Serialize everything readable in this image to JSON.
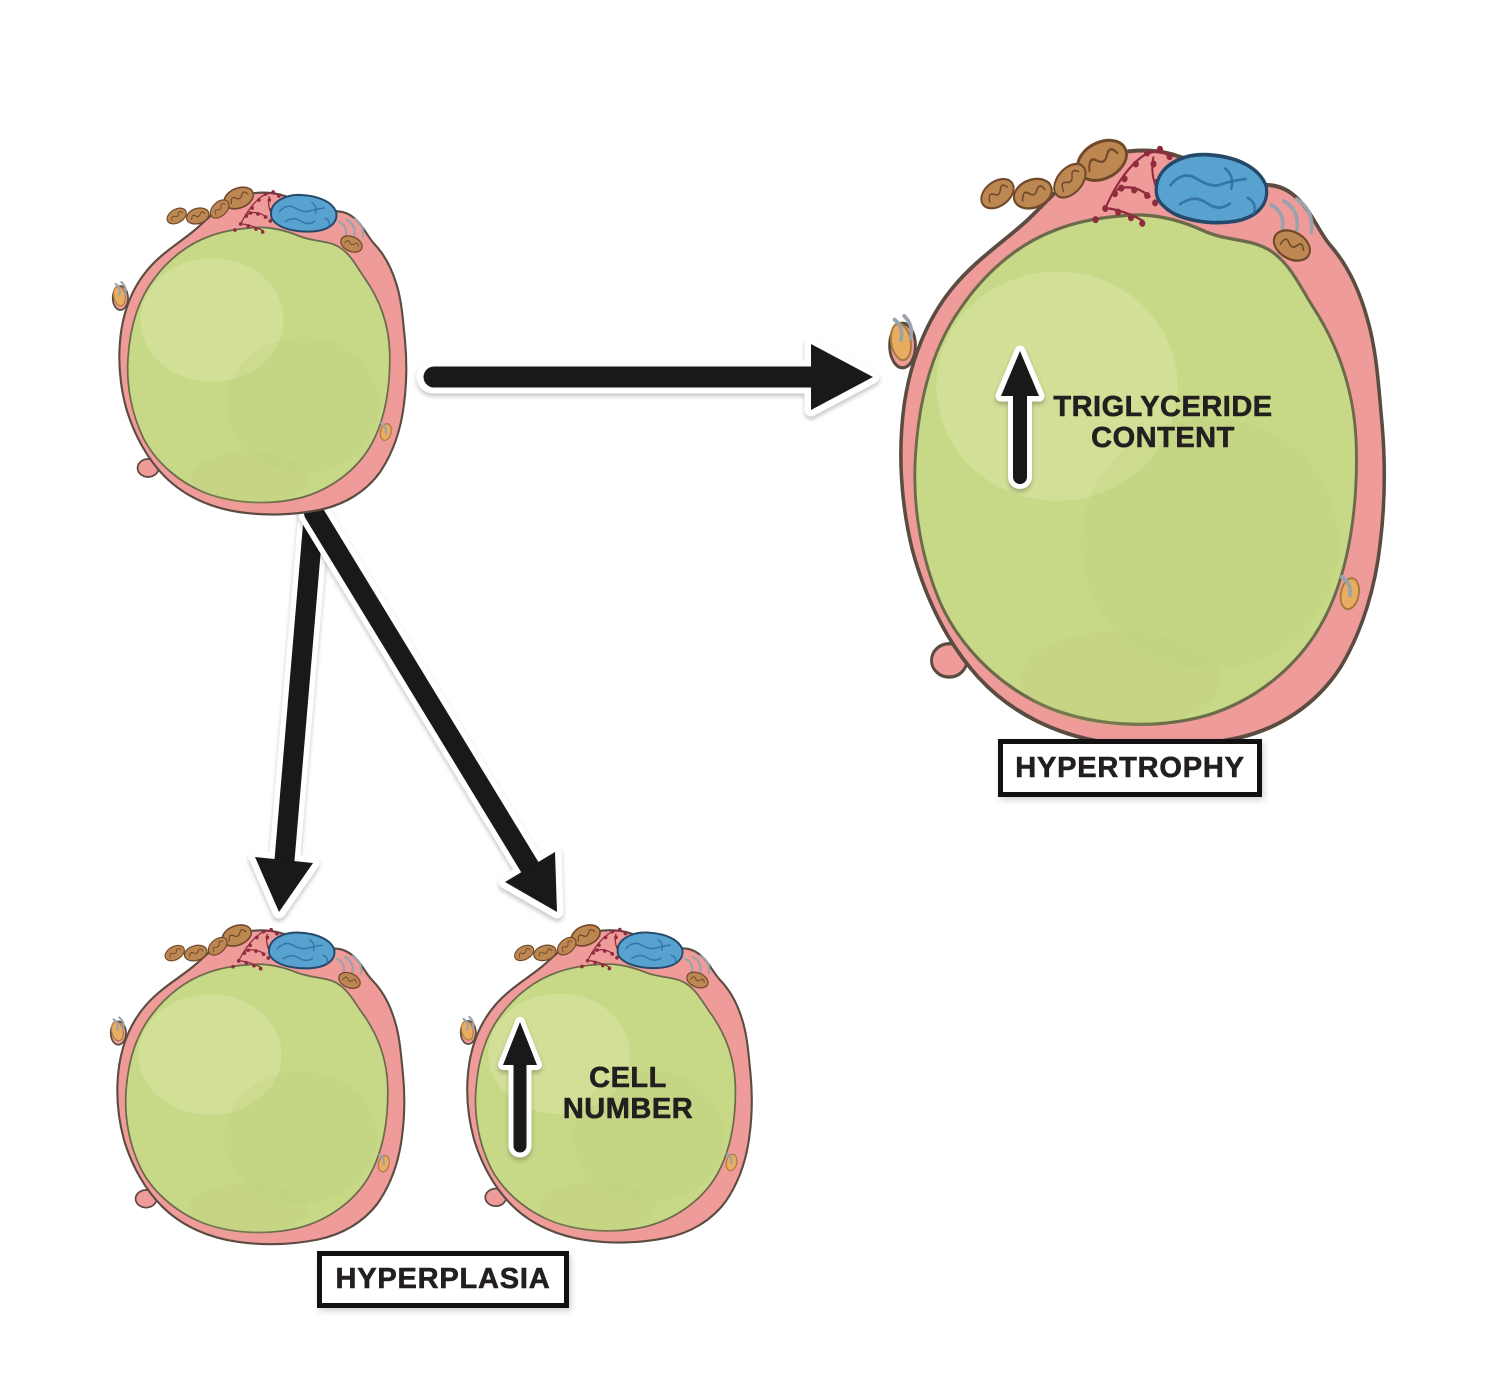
{
  "figure_type": "biology-diagram",
  "annotations": {
    "hypertrophy": "HYPERTROPHY",
    "hyperplasia": "HYPERPLASIA",
    "triglyceride": {
      "line1": "TRIGLYCERIDE",
      "line2": "CONTENT"
    },
    "cell_number": {
      "line1": "CELL",
      "line2": "NUMBER"
    }
  },
  "cells": [
    {
      "name": "original-adipocyte"
    },
    {
      "name": "hypertrophic-adipocyte"
    },
    {
      "name": "hyperplasia-adipocyte-left"
    },
    {
      "name": "hyperplasia-adipocyte-right"
    }
  ],
  "icons": {
    "arrow_to_hypertrophy": "right-arrow-icon",
    "arrow_to_hyperplasia_left": "down-left-arrow-icon",
    "arrow_to_hyperplasia_right": "down-right-arrow-icon",
    "triglyceride_increase": "up-arrow-icon",
    "cell_number_increase": "up-arrow-icon"
  },
  "colors": {
    "background": "#ffffff",
    "lipid_droplet_green": "#c7d887",
    "lipid_outline": "#6b6a4a",
    "cytoplasm_pink": "#ee9b99",
    "membrane_outline": "#5a4c41",
    "nucleus_blue": "#58a2cf",
    "nucleus_outline": "#24496b",
    "nucleus_detail_blue": "#2f6ea3",
    "mitochondria_brown": "#bd8752",
    "mitochondria_outline": "#6f492a",
    "er_dark_red": "#8f2b3d",
    "golgi_gray": "#9aa2ac",
    "vesicle_orange": "#e9ad62",
    "vesicle_orange_outline": "#a87a3c",
    "arrow_black": "#191919",
    "arrow_outline_white": "#ffffff",
    "label_text": "#231f20",
    "label_box_border": "#111111",
    "label_box_background": "#ffffff"
  }
}
